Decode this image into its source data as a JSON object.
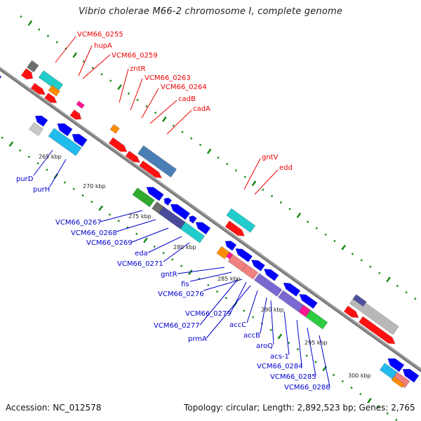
{
  "title": "Vibrio cholerae M66-2 chromosome I, complete genome",
  "footer": {
    "accession": "Accession: NC_012578",
    "topology": "Topology: circular; Length: 2,892,523 bp; Genes: 2,765"
  },
  "colors": {
    "backbone": "#8c8c8c",
    "forward_label": "#ee0000",
    "reverse_label": "#0000cc",
    "tick": "#118811"
  },
  "scale_labels": [
    {
      "text": "265 kbp",
      "pos": 265
    },
    {
      "text": "270 kbp",
      "pos": 270
    },
    {
      "text": "275 kbp",
      "pos": 275
    },
    {
      "text": "280 kbp",
      "pos": 280
    },
    {
      "text": "285 kbp",
      "pos": 285
    },
    {
      "text": "290 kbp",
      "pos": 290
    },
    {
      "text": "295 kbp",
      "pos": 295
    },
    {
      "text": "300 kbp",
      "pos": 300
    }
  ],
  "forward_labels": [
    "VCM66_0255",
    "hupA",
    "VCM66_0259",
    "zntR",
    "VCM66_0263",
    "VCM66_0264",
    "cadB",
    "cadA",
    "gntV",
    "edd"
  ],
  "reverse_labels": [
    "purD",
    "purH",
    "VCM66_0267",
    "VCM66_0268",
    "VCM66_0269",
    "eda",
    "VCM66_0271",
    "gntR",
    "fis",
    "VCM66_0276",
    "VCM66_0279",
    "VCM66_0277",
    "prmA",
    "accC",
    "accB",
    "aroQ",
    "acs-1",
    "VCM66_0284",
    "VCM66_0285",
    "VCM66_0286"
  ]
}
